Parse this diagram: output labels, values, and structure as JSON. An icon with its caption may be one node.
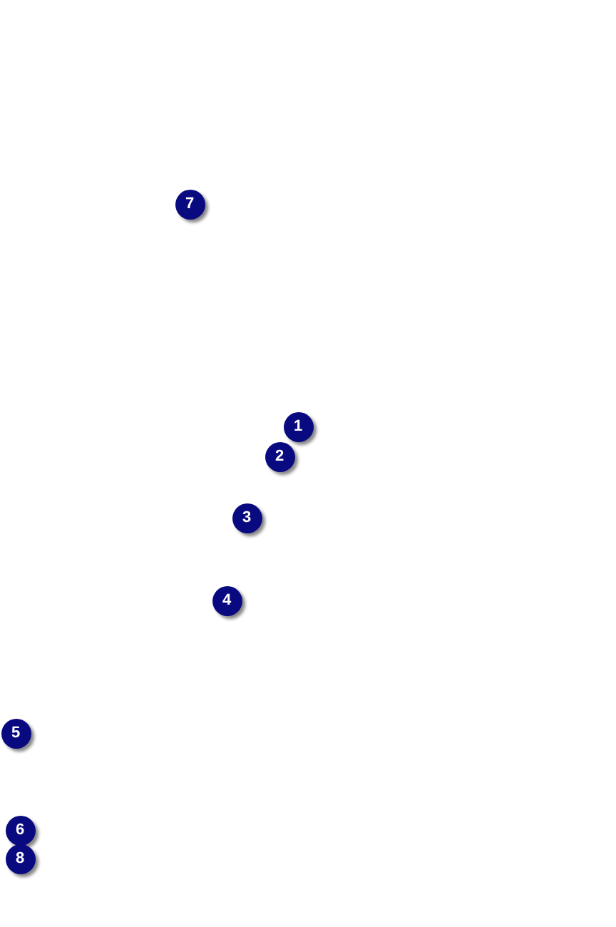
{
  "diagram": {
    "labels": [
      "7",
      "1",
      "2",
      "3",
      "4",
      "5",
      "6",
      "8"
    ]
  }
}
